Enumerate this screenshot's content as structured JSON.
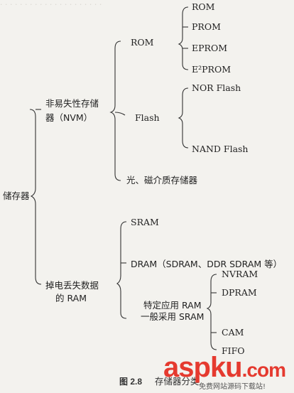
{
  "root": "储存器",
  "nvm": {
    "label_line1": "非易失性存储",
    "label_line2": "器（NVM）"
  },
  "rom": {
    "label": "ROM",
    "children": [
      "ROM",
      "PROM",
      "EPROM",
      "E²PROM"
    ]
  },
  "flash": {
    "label": "Flash",
    "children": [
      "NOR Flash",
      "NAND  Flash"
    ]
  },
  "magnetic": "光、磁介质存储器",
  "ram": {
    "label_line1": "掉电丢失数据",
    "label_line2": "的 RAM"
  },
  "sram": "SRAM",
  "dram": "DRAM（SDRAM、DDR  SDRAM 等）",
  "special": {
    "label_line1": "特定应用 RAM",
    "label_line2": "一般采用 SRAM",
    "children": [
      "NVRAM",
      "DPRAM",
      "CAM",
      "FIFO"
    ]
  },
  "caption": {
    "number": "图 2.8",
    "title": "存储器分类"
  },
  "watermark": {
    "logo_a": "asp",
    "logo_b": "ku",
    "logo_c": ".com",
    "subtitle": "免费网站源码下载站!"
  }
}
